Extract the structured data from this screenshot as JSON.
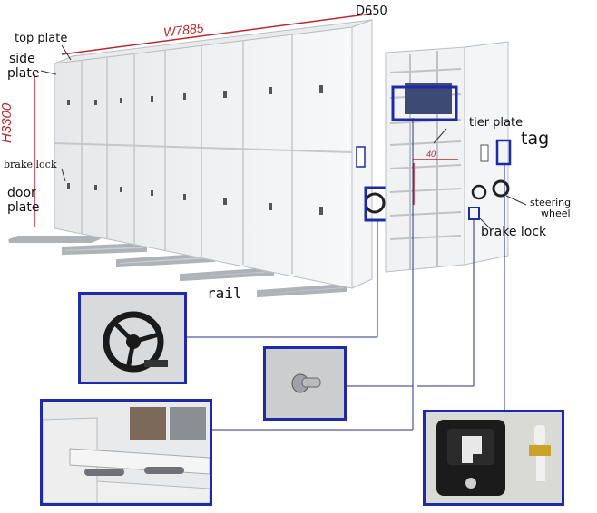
{
  "dimensions": {
    "width": "W7885",
    "depth": "D650",
    "height": "H3300",
    "tier_spacing": "40"
  },
  "labels": {
    "top_plate": "top plate",
    "side_plate_1": "side",
    "side_plate_2": "plate",
    "brake_lock_left": "brake lock",
    "door_plate_1": "door",
    "door_plate_2": "plate",
    "rail": "rail",
    "tier_plate": "tier plate",
    "tag": "tag",
    "steering_wheel_1": "steering",
    "steering_wheel_2": "wheel",
    "brake_lock_right": "brake lock"
  },
  "colors": {
    "dimension_red": "#c0262c",
    "callout_blue": "#1e2aa8",
    "cabinet_white": "#f2f3f4",
    "leader_line": "#2a2f8a"
  },
  "callouts": [
    {
      "name": "steering-wheel-detail",
      "icon": "steering-wheel"
    },
    {
      "name": "brake-lock-detail",
      "icon": "brake-lock-knob"
    },
    {
      "name": "tier-plate-detail",
      "icon": "shelf-bracket"
    },
    {
      "name": "door-lock-detail",
      "icon": "door-handle-lock"
    }
  ]
}
